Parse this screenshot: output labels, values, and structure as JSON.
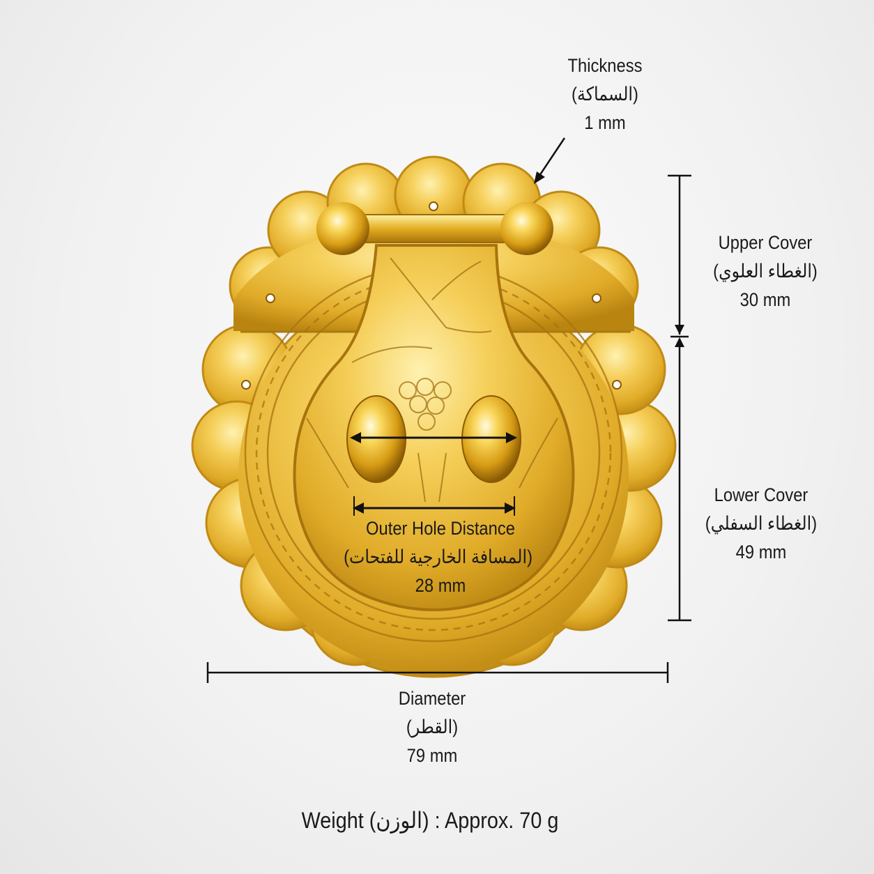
{
  "thickness": {
    "title": "Thickness",
    "arabic": "(السماكة)",
    "value": "1 mm"
  },
  "upper_cover": {
    "title": "Upper Cover",
    "arabic": "(الغطاء العلوي)",
    "value": "30 mm"
  },
  "lower_cover": {
    "title": "Lower Cover",
    "arabic": "(الغطاء السفلي)",
    "value": "49 mm"
  },
  "outer_hole": {
    "title": "Outer Hole Distance",
    "arabic": "(المسافة الخارجية للفتحات)",
    "value": "28 mm"
  },
  "diameter": {
    "title": "Diameter",
    "arabic": "(القطر)",
    "value": "79 mm"
  },
  "weight": {
    "text": "Weight (الوزن) : Approx. 70 g"
  },
  "colors": {
    "gold_light": "#fbe38a",
    "gold": "#e7b830",
    "gold_dark": "#b07a10",
    "line": "#111111"
  }
}
